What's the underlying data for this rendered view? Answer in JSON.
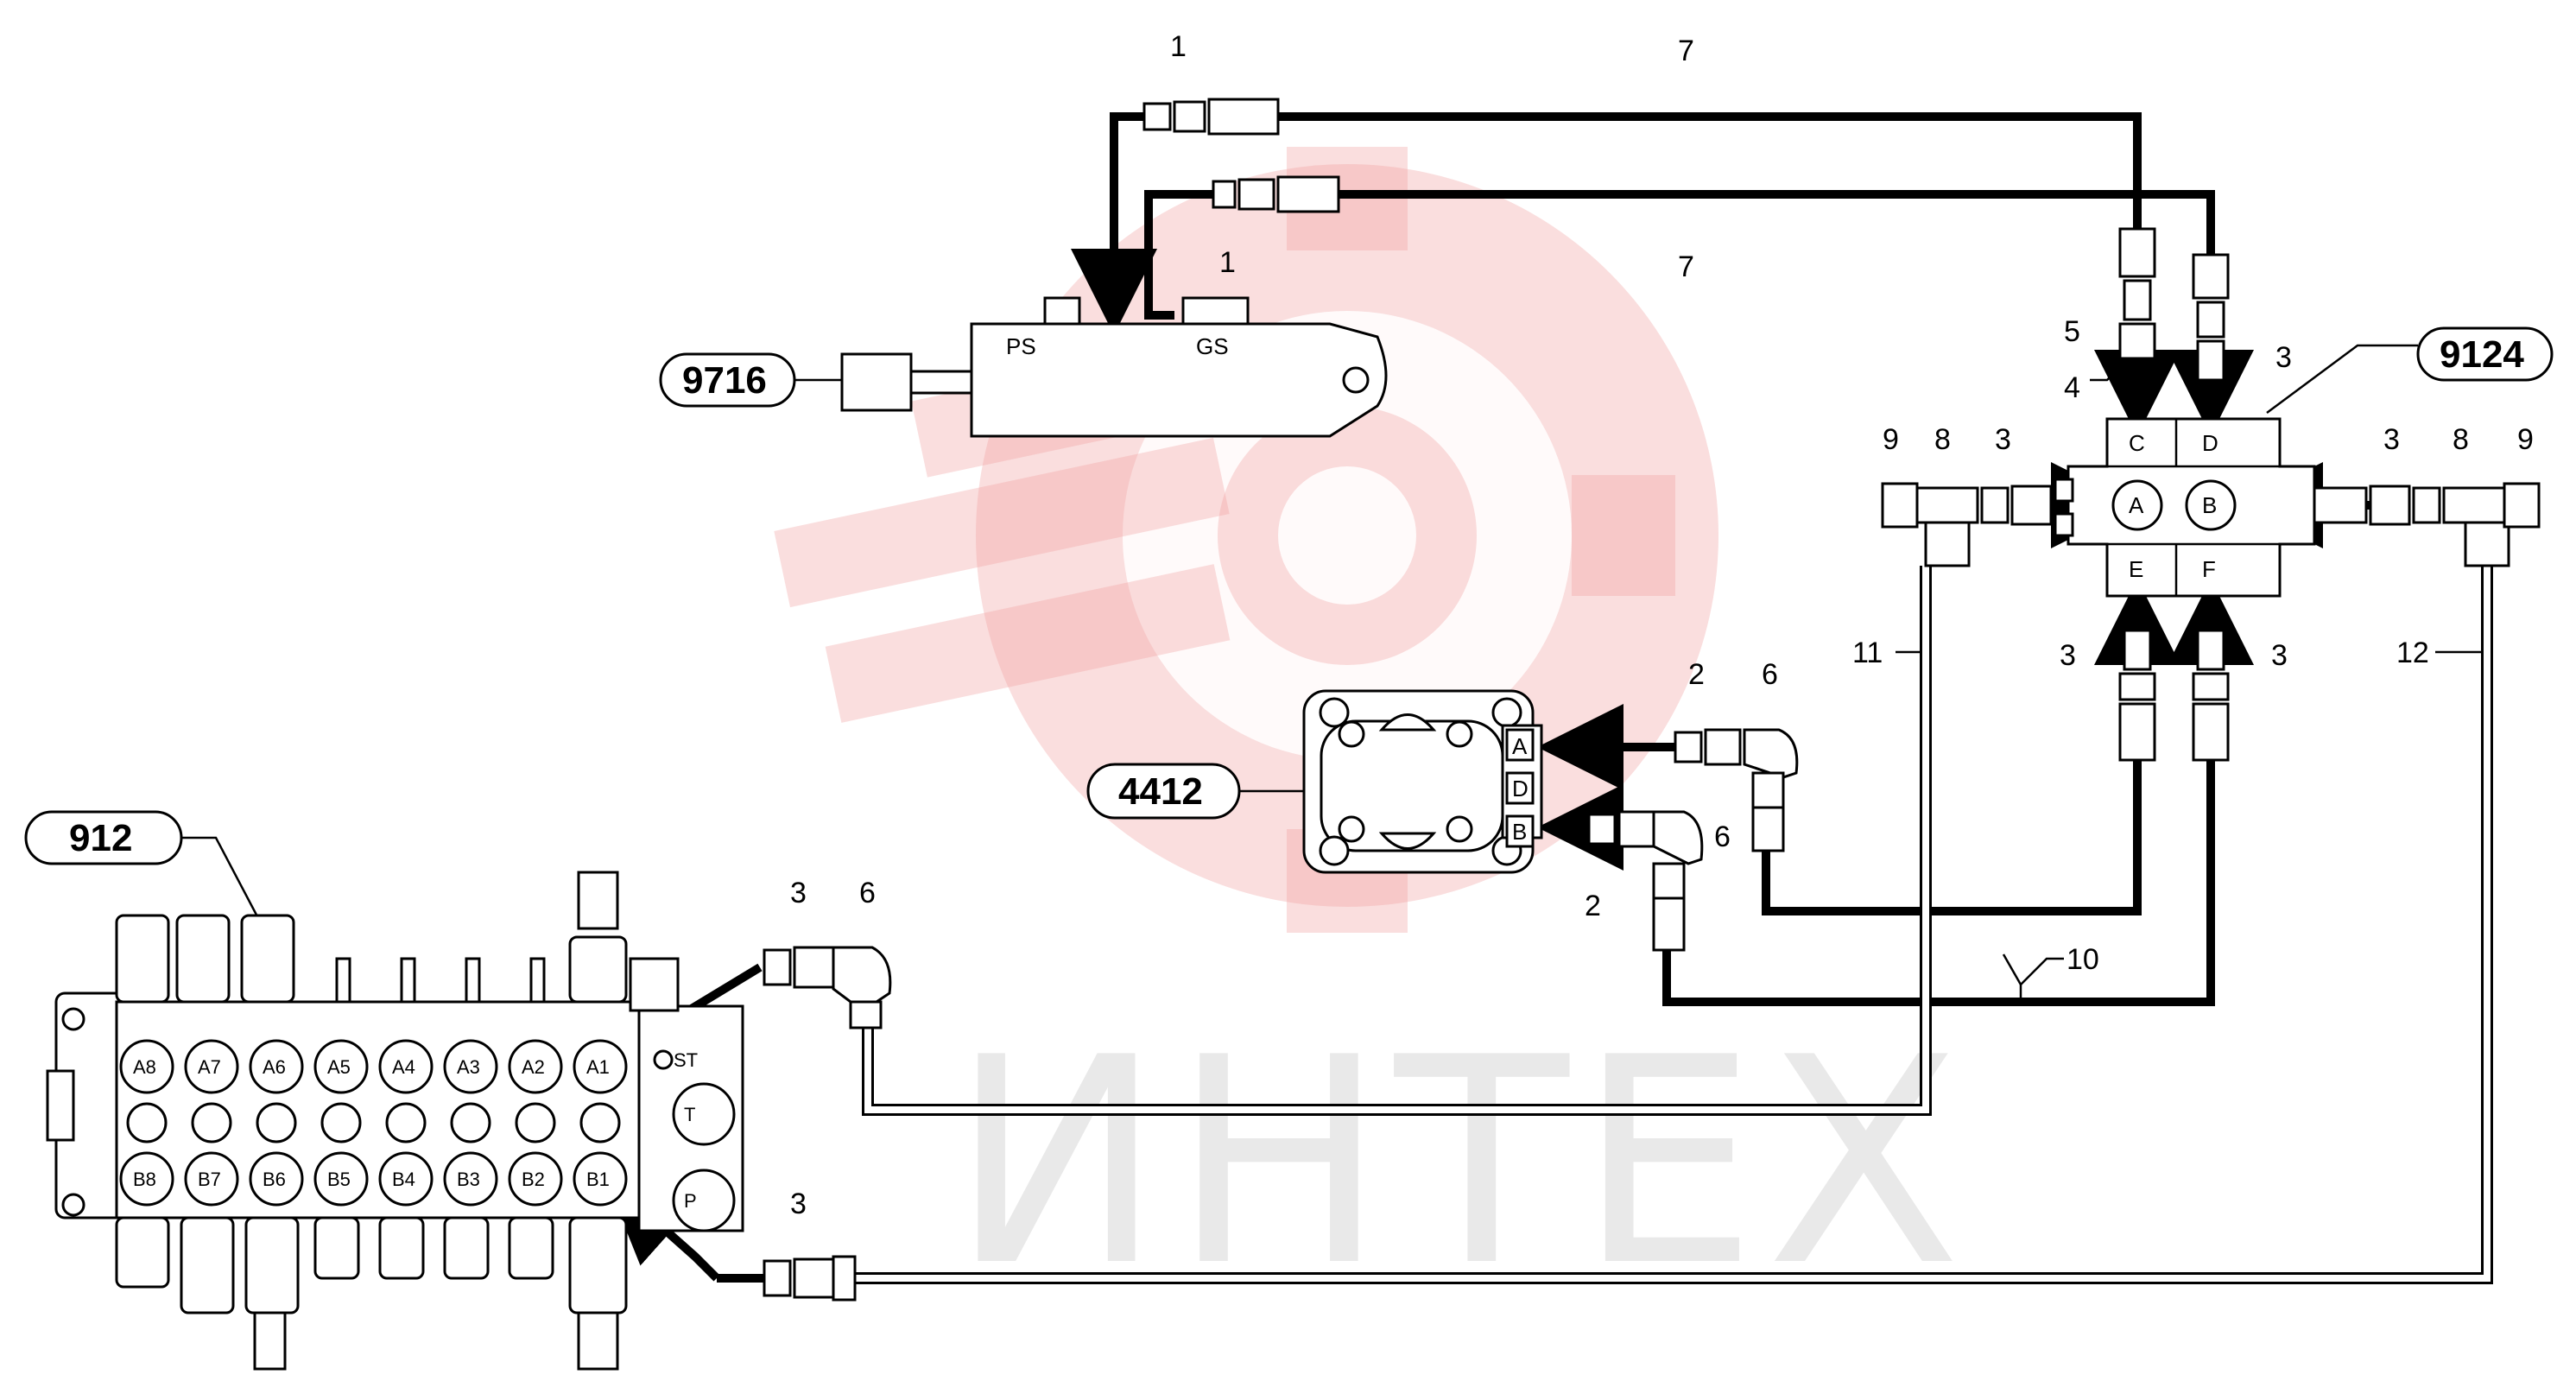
{
  "watermark": {
    "text": "ИНТЕХ",
    "gear_color": "#f2a0a0"
  },
  "callouts": {
    "c9716": "9716",
    "c9124": "9124",
    "c4412": "4412",
    "c912": "912"
  },
  "cylinder_ports": {
    "ps": "PS",
    "gs": "GS"
  },
  "block_9124_ports": {
    "c": "C",
    "d": "D",
    "e": "E",
    "f": "F",
    "a": "A",
    "b": "B"
  },
  "block_4412_ports": {
    "a": "A",
    "d": "D",
    "b": "B"
  },
  "valve_912": {
    "a_ports": [
      "A8",
      "A7",
      "A6",
      "A5",
      "A4",
      "A3",
      "A2",
      "A1"
    ],
    "b_ports": [
      "B8",
      "B7",
      "B6",
      "B5",
      "B4",
      "B3",
      "B2",
      "B1"
    ],
    "st": "ST",
    "t": "T",
    "p": "P"
  },
  "part_numbers": {
    "n1_top": "1",
    "n1_mid": "1",
    "n7_top": "7",
    "n7_mid": "7",
    "n5": "5",
    "n4": "4",
    "n3_d": "3",
    "n9_left": "9",
    "n8_left": "8",
    "n3_left": "3",
    "n3_right": "3",
    "n8_right": "8",
    "n9_right": "9",
    "n3_e": "3",
    "n3_f": "3",
    "n11": "11",
    "n12": "12",
    "n2_top": "2",
    "n6_top": "6",
    "n6_mid": "6",
    "n2_bot": "2",
    "n10": "10",
    "n3_valve_top": "3",
    "n6_valve": "6",
    "n3_valve_bot": "3"
  }
}
